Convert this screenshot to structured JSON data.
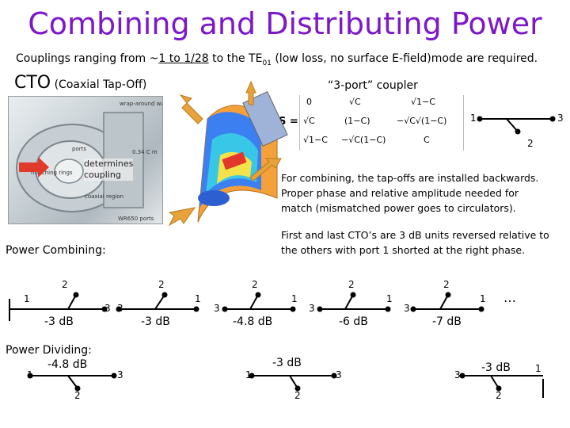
{
  "title": "Combining and Distributing Power",
  "subtitle": {
    "pre": "Couplings ranging from ~",
    "underlined": "1 to 1/28",
    "mid": " to the TE",
    "sub": "01",
    "post": " (low loss, no surface E-field)mode are required."
  },
  "cto": {
    "big": "CTO",
    "small": " (Coaxial Tap-Off)"
  },
  "coupler_title": "“3-port” coupler",
  "matrix": {
    "lhs": "S =",
    "rows": [
      [
        "0",
        "√C",
        "√1−C"
      ],
      [
        "√C",
        "(1−C)",
        "−√C√(1−C)"
      ],
      [
        "√1−C",
        "−√C(1−C)",
        "C"
      ]
    ]
  },
  "photo_labels": {
    "wrap": "wrap-around waveguide",
    "ports": "ports",
    "matching": "matching rings",
    "coaxial": "coaxial region",
    "wr": "WR650 ports",
    "dim": "0.34 C m"
  },
  "determines_coupling": [
    "determines",
    "coupling"
  ],
  "para_combining": [
    "For combining, the tap-offs are installed backwards.",
    "Proper phase and relative amplitude needed for",
    "match (mismatched power goes to circulators)."
  ],
  "para_first_last": [
    "First and last CTO’s are 3 dB units reversed relative to",
    "the others with port 1 shorted at the right phase."
  ],
  "power_combining_label": "Power Combining:",
  "power_dividing_label": "Power Dividing:",
  "ellipsis": "…",
  "ports": {
    "p1": "1",
    "p2": "2",
    "p3": "3"
  },
  "combining_db": [
    "-3 dB",
    "-3 dB",
    "-4.8 dB",
    "-6 dB",
    "-7 dB"
  ],
  "dividing_db": [
    "-4.8 dB",
    "-3 dB",
    "-3 dB"
  ],
  "colors": {
    "title": "#7d18c9",
    "arrow": "#e8a23a",
    "arrow_red": "#e03a2a"
  }
}
